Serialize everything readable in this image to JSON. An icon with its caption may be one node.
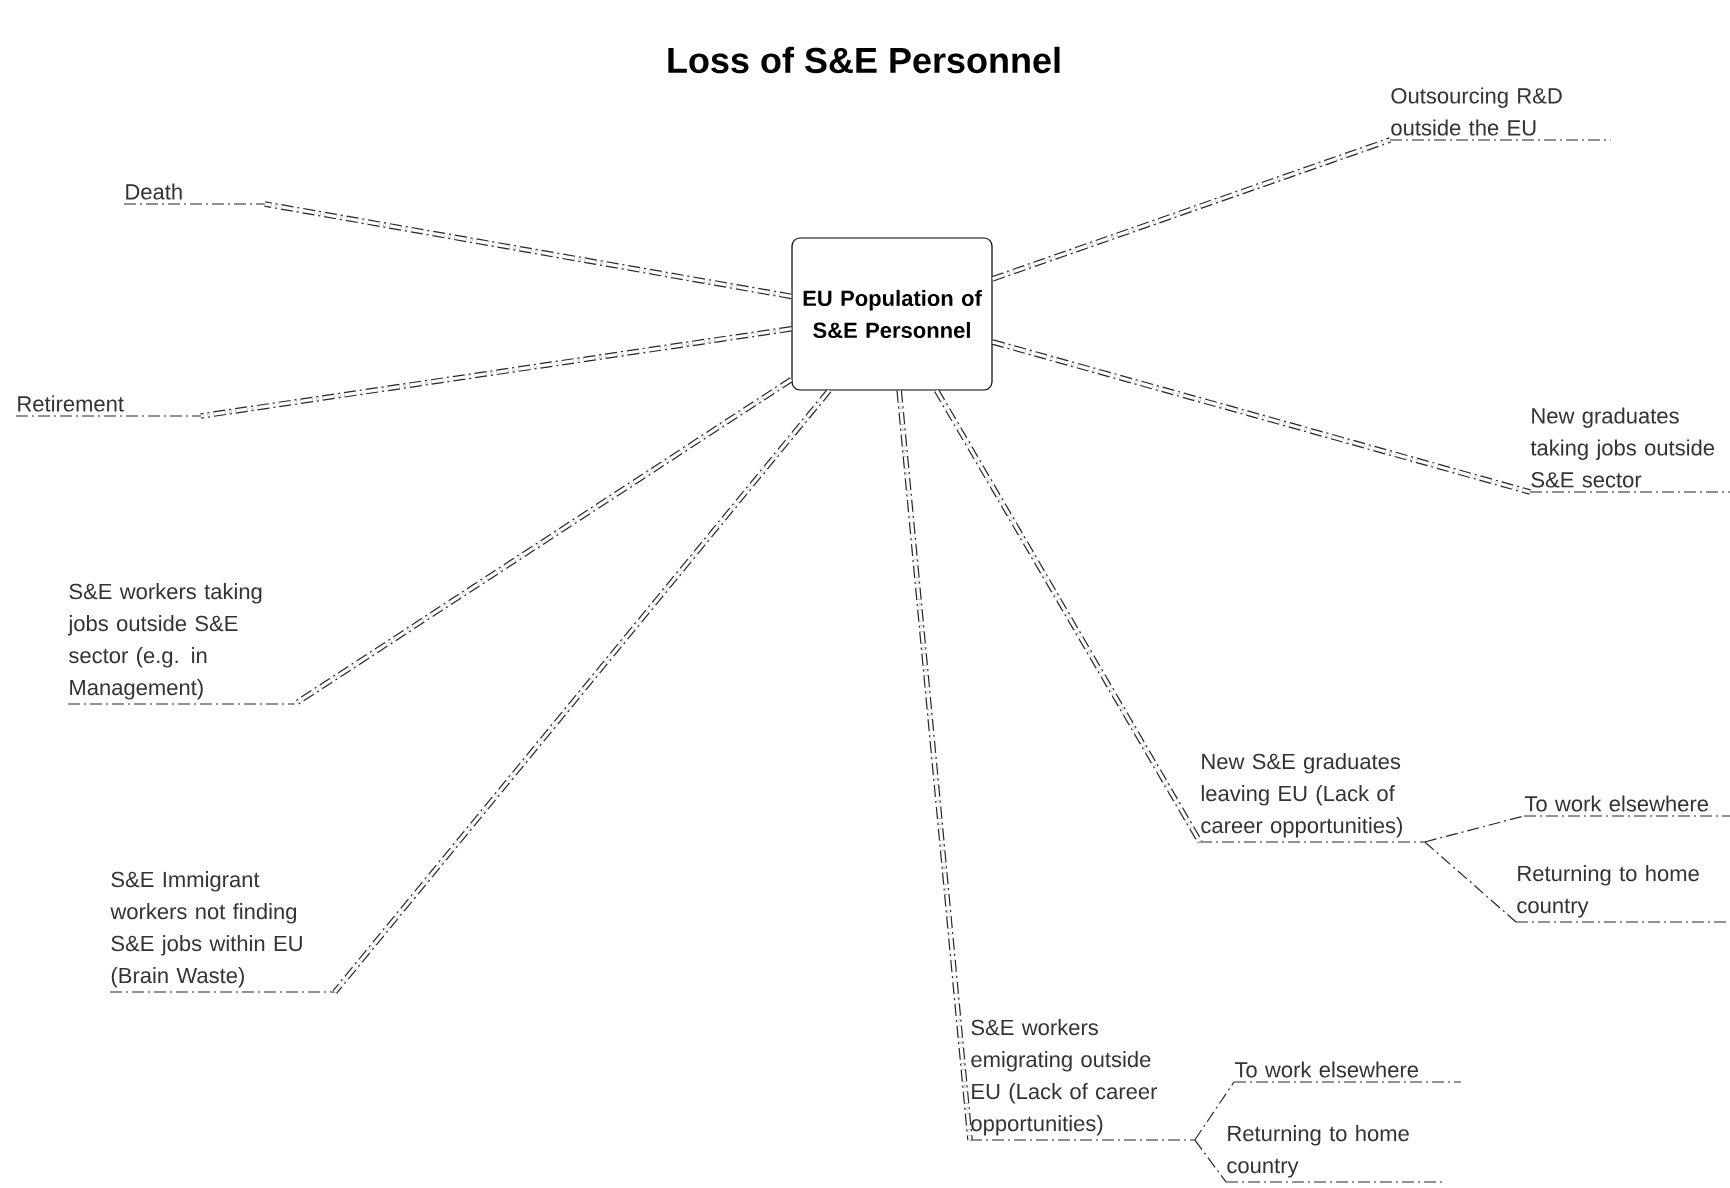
{
  "diagram": {
    "title": "Loss of S&E Personnel",
    "nodes": [
      {
        "text": [
          "EU Population of S&E Personnel"
        ]
      },
      {
        "text": [
          "Death"
        ]
      },
      {
        "text": [
          "Retirement"
        ]
      },
      {
        "text": [
          "S&E workers taking jobs outside S&E sector (e.g. in Management)"
        ]
      },
      {
        "text": [
          "S&E Immigrant workers not finding S&E jobs within EU (Brain Waste)"
        ]
      },
      {
        "text": [
          "S&E workers emigrating outside EU (Lack of career opportunities)"
        ]
      },
      {
        "text": [
          "To work elsewhere"
        ]
      },
      {
        "text": [
          "Returning to home country"
        ]
      },
      {
        "text": [
          "Outsourcing R&D outside the EU"
        ]
      },
      {
        "text": [
          "New graduates taking jobs outside S&E sector"
        ]
      },
      {
        "text": [
          "New S&E graduates leaving EU (Lack of career opportunities)"
        ]
      },
      {
        "text": [
          "To work elsewhere"
        ]
      },
      {
        "text": [
          "Returning to home country"
        ]
      }
    ],
    "edges": [
      {
        "from": 0,
        "to": 1,
        "arrow": "none"
      },
      {
        "from": 0,
        "to": 2,
        "arrow": "none"
      },
      {
        "from": 0,
        "to": 3,
        "arrow": "none"
      },
      {
        "from": 0,
        "to": 4,
        "arrow": "none"
      },
      {
        "from": 0,
        "to": 5,
        "arrow": "none"
      },
      {
        "from": 0,
        "to": 8,
        "arrow": "none"
      },
      {
        "from": 0,
        "to": 9,
        "arrow": "none"
      },
      {
        "from": 0,
        "to": 10,
        "arrow": "none"
      },
      {
        "from": 10,
        "to": 11,
        "arrow": "none"
      },
      {
        "from": 10,
        "to": 12,
        "arrow": "none"
      },
      {
        "from": 5,
        "to": 6,
        "arrow": "none"
      },
      {
        "from": 5,
        "to": 7,
        "arrow": "none"
      }
    ]
  }
}
